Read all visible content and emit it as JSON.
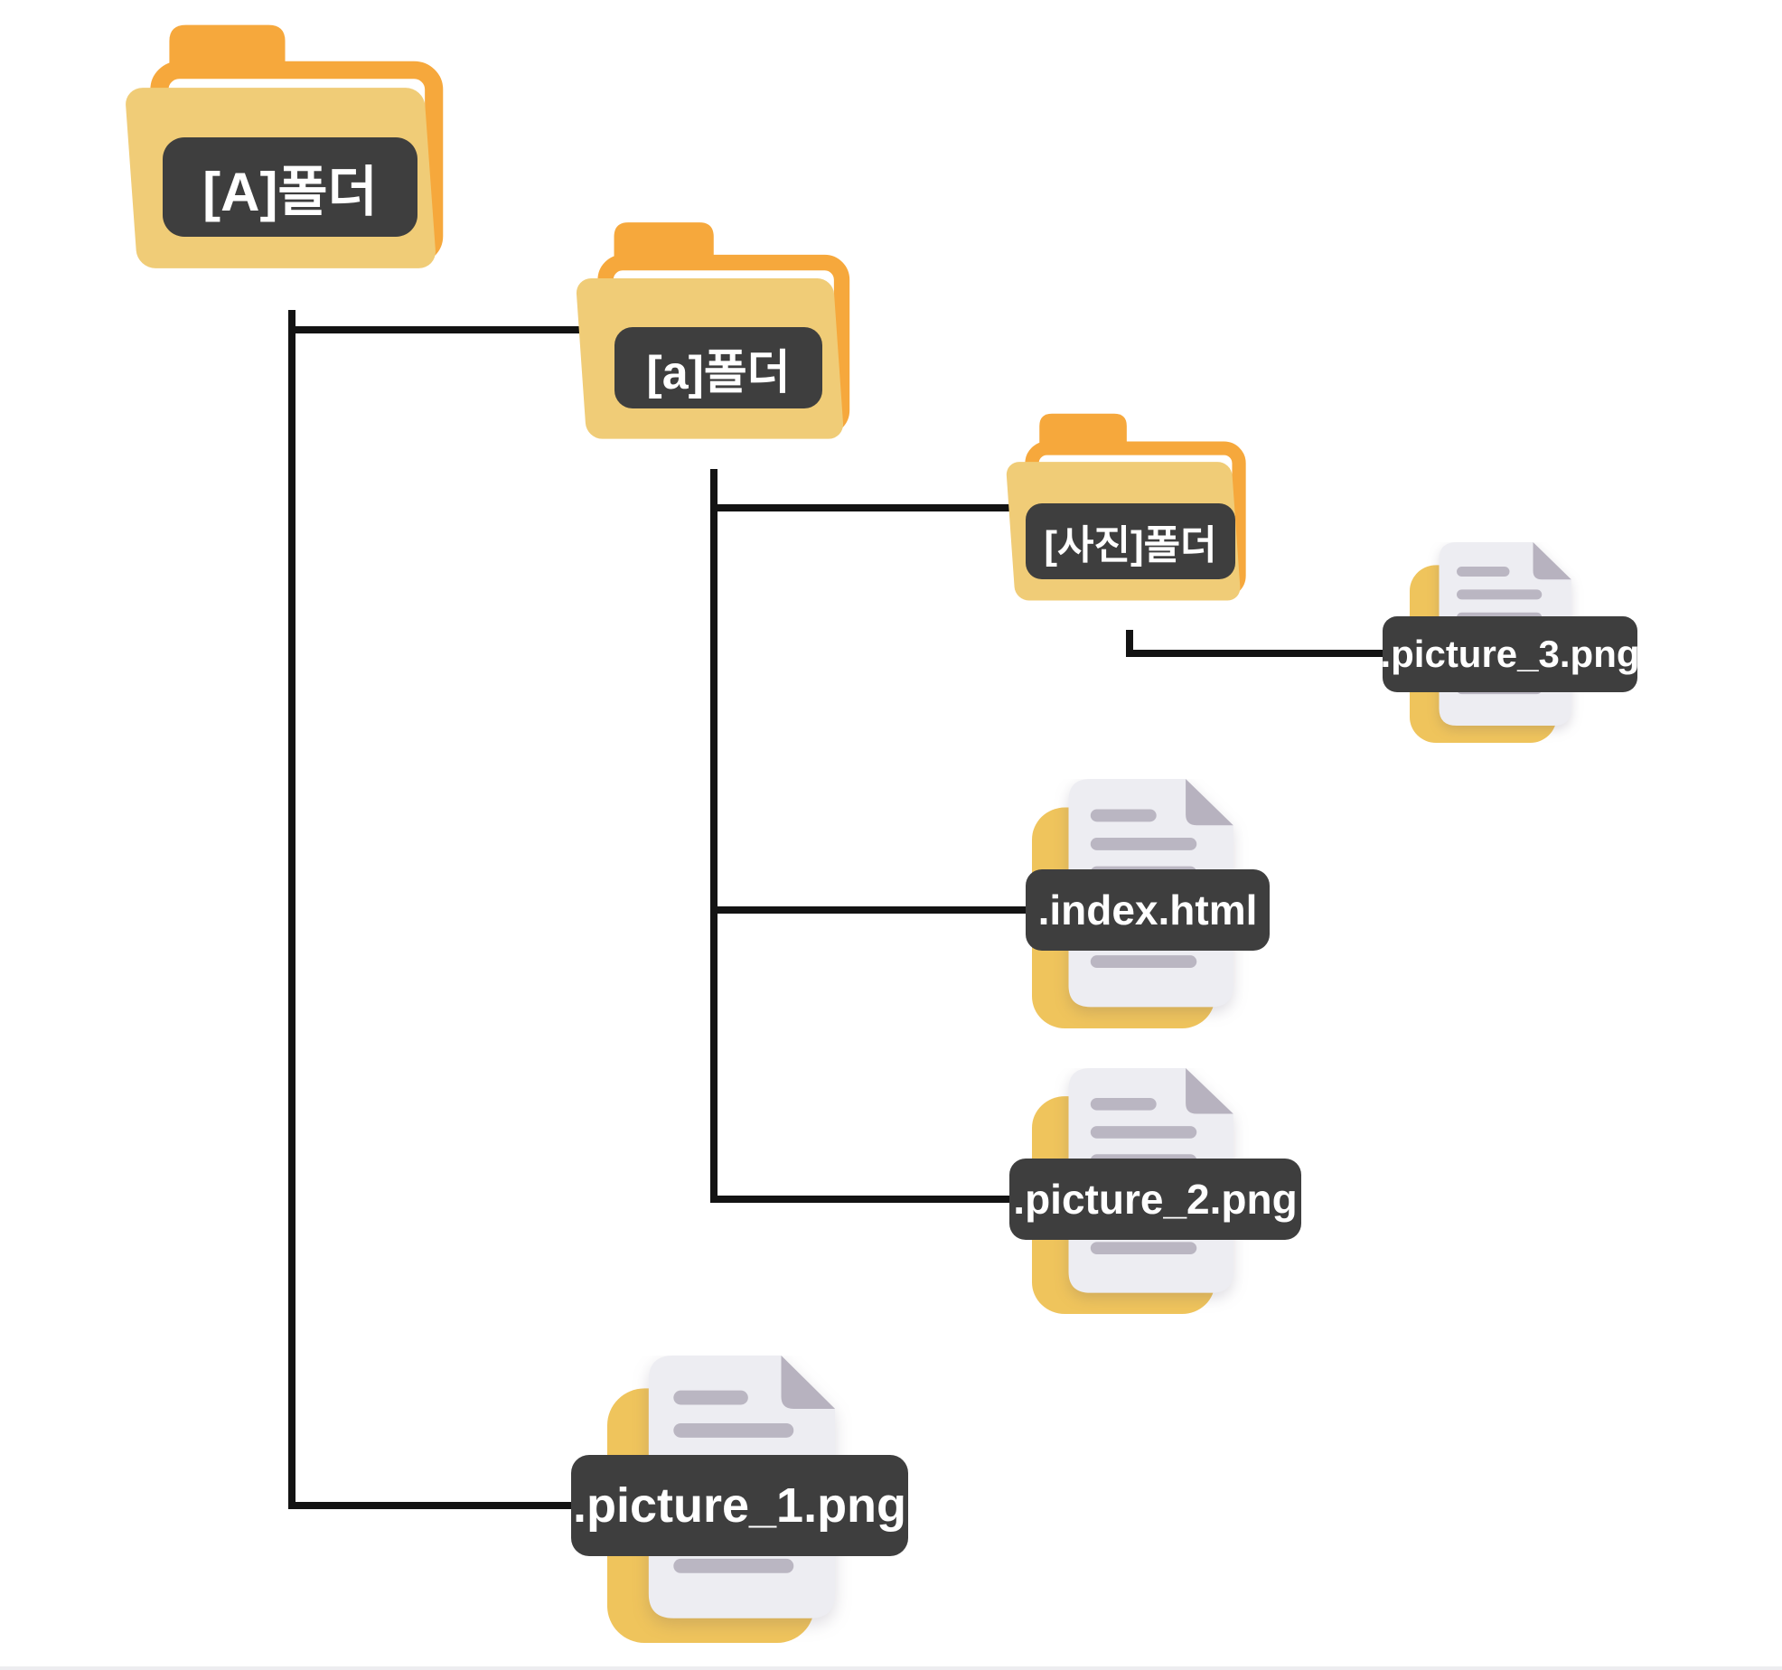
{
  "colors": {
    "background": "#ffffff",
    "connector": "#131313",
    "folder-orange": "#F6A83C",
    "folder-front": "#F0CC77",
    "file-yellow": "#EFC45C",
    "paper": "#EDEDF2",
    "paper-fold": "#B7B2BF",
    "paper-line": "#BAB6C2",
    "badge-bg": "#3E3E3E",
    "badge-text": "#ffffff"
  },
  "nodes": {
    "folder_A": {
      "type": "folder",
      "label": "[A]폴더"
    },
    "folder_a": {
      "type": "folder",
      "label": "[a]폴더"
    },
    "folder_photo": {
      "type": "folder",
      "label": "[사진]폴더"
    },
    "file_picture_3": {
      "type": "file",
      "label": ".picture_3.png"
    },
    "file_index": {
      "type": "file",
      "label": ".index.html"
    },
    "file_picture_2": {
      "type": "file",
      "label": ".picture_2.png"
    },
    "file_picture_1": {
      "type": "file",
      "label": ".picture_1.png"
    }
  },
  "tree": {
    "root": "folder_A",
    "edges": [
      {
        "parent": "folder_A",
        "child": "folder_a"
      },
      {
        "parent": "folder_A",
        "child": "file_picture_1"
      },
      {
        "parent": "folder_a",
        "child": "folder_photo"
      },
      {
        "parent": "folder_a",
        "child": "file_index"
      },
      {
        "parent": "folder_a",
        "child": "file_picture_2"
      },
      {
        "parent": "folder_photo",
        "child": "file_picture_3"
      }
    ]
  }
}
